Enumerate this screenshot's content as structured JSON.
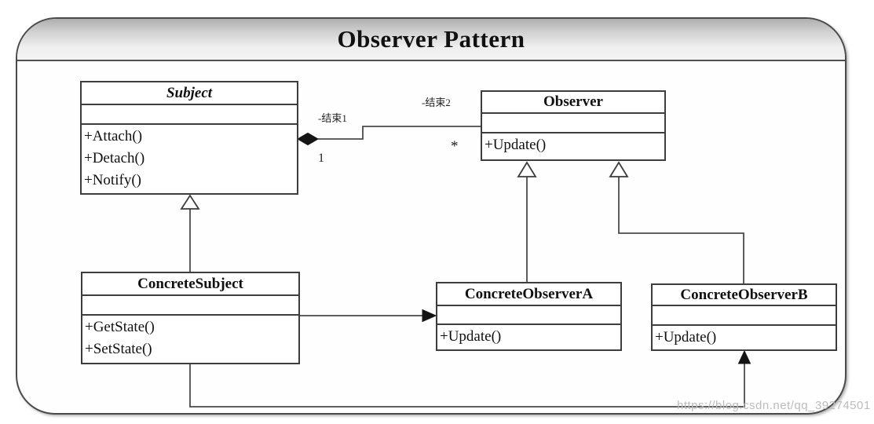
{
  "title": "Observer Pattern",
  "watermark": "https://blog.csdn.net/qq_39274501",
  "diagram": {
    "type": "uml-class-diagram",
    "classes": [
      {
        "id": "subject",
        "name": "Subject",
        "abstract": true,
        "attributes": [],
        "methods": [
          "+Attach()",
          "+Detach()",
          "+Notify()"
        ]
      },
      {
        "id": "observer",
        "name": "Observer",
        "abstract": false,
        "attributes": [],
        "methods": [
          "+Update()"
        ]
      },
      {
        "id": "concrete-subject",
        "name": "ConcreteSubject",
        "abstract": false,
        "attributes": [],
        "methods": [
          "+GetState()",
          "+SetState()"
        ]
      },
      {
        "id": "concrete-observer-a",
        "name": "ConcreteObserverA",
        "abstract": false,
        "attributes": [],
        "methods": [
          "+Update()"
        ]
      },
      {
        "id": "concrete-observer-b",
        "name": "ConcreteObserverB",
        "abstract": false,
        "attributes": [],
        "methods": [
          "+Update()"
        ]
      }
    ],
    "relationships": [
      {
        "type": "aggregation",
        "from": "Subject",
        "to": "Observer",
        "from_role": "-结束1",
        "from_multiplicity": "1",
        "to_role": "-结束2",
        "to_multiplicity": "*"
      },
      {
        "type": "generalization",
        "from": "ConcreteSubject",
        "to": "Subject"
      },
      {
        "type": "generalization",
        "from": "ConcreteObserverA",
        "to": "Observer"
      },
      {
        "type": "generalization",
        "from": "ConcreteObserverB",
        "to": "Observer"
      },
      {
        "type": "directed-association",
        "from": "ConcreteSubject",
        "to": "ConcreteObserverA"
      },
      {
        "type": "directed-association",
        "from": "ConcreteSubject",
        "to": "ConcreteObserverB"
      }
    ],
    "edge_labels": {
      "end1": "-结束1",
      "end2": "-结束2",
      "mult_subject_side": "1",
      "mult_observer_side": "*"
    },
    "colors": {
      "line": "#4a4a4a",
      "box_border": "#3d3d3d",
      "solid_marker": "#141414",
      "header_gradient_top": "#aeaeae",
      "header_gradient_bottom": "#f2f2f2",
      "watermark": "#bcbcbc"
    }
  }
}
